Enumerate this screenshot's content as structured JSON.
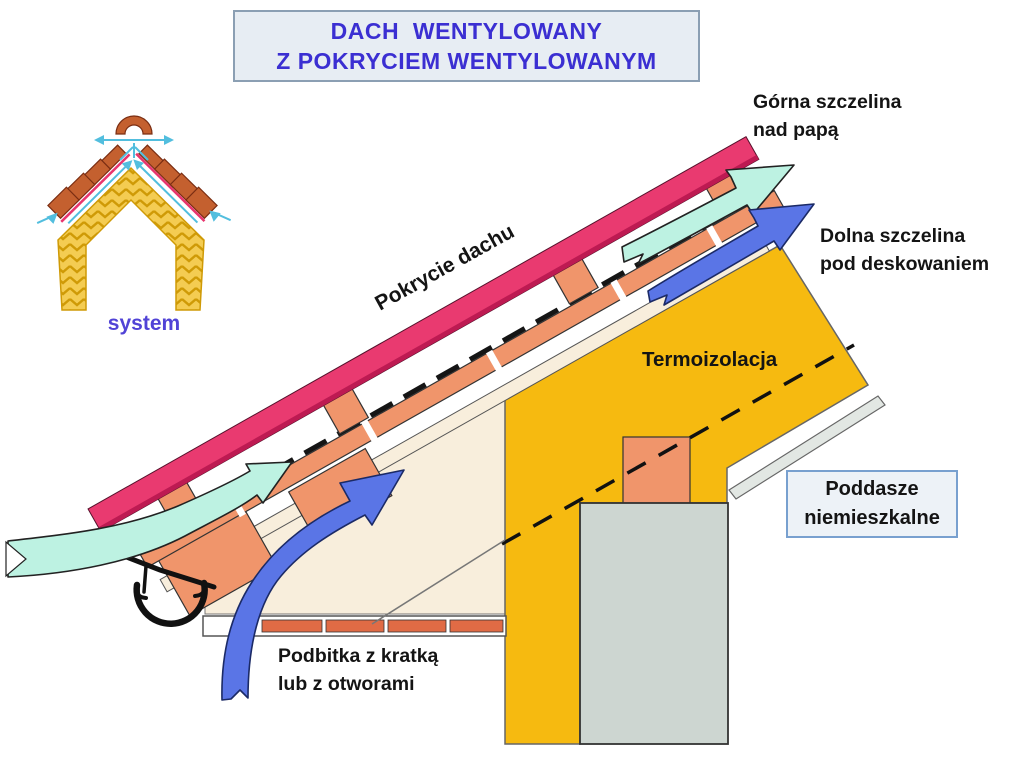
{
  "title": {
    "line1": "DACH  WENTYLOWANY",
    "line2": "Z POKRYCIEM WENTYLOWANYM"
  },
  "system_icon": {
    "label": "system"
  },
  "labels": {
    "upper_slot": {
      "line1": "Górna szczelina",
      "line2": "nad papą"
    },
    "lower_slot": {
      "line1": "Dolna szczelina",
      "line2": "pod deskowaniem"
    },
    "roof_covering": "Pokrycie dachu",
    "thermal_insulation": "Termoizolacja",
    "attic": {
      "line1": "Poddasze",
      "line2": "niemieszkalne"
    },
    "soffit": {
      "line1": "Podbitka z kratką",
      "line2": "lub z otworami"
    }
  },
  "colors": {
    "roof_covering_pink": "#E93A70",
    "roof_covering_edge": "#BD1A52",
    "wood_salmon": "#F0956B",
    "insulation_yellow": "#F6BA10",
    "attic_beige": "#F8EEDC",
    "wall_gray": "#CDD6D1",
    "lining_gray": "#E2E7E3",
    "airflow_cyan": "#BDF2E2",
    "airflow_blue": "#5A75E6",
    "outline_ink": "#222222",
    "title_blue": "#3B2FD2",
    "system_purple": "#5143D6",
    "title_box_fill": "#E7EDF3",
    "title_box_border": "#8B9FB3",
    "attic_box_fill": "#EDF2F7",
    "attic_box_border": "#78A0CF",
    "tile_terracotta": "#C4602F",
    "membrane_pink": "#E8356E",
    "icon_insul_yellow": "#F4CC52",
    "icon_insul_line": "#CF9A06",
    "icon_airflow": "#52BEDE",
    "label_ink": "#141414"
  }
}
